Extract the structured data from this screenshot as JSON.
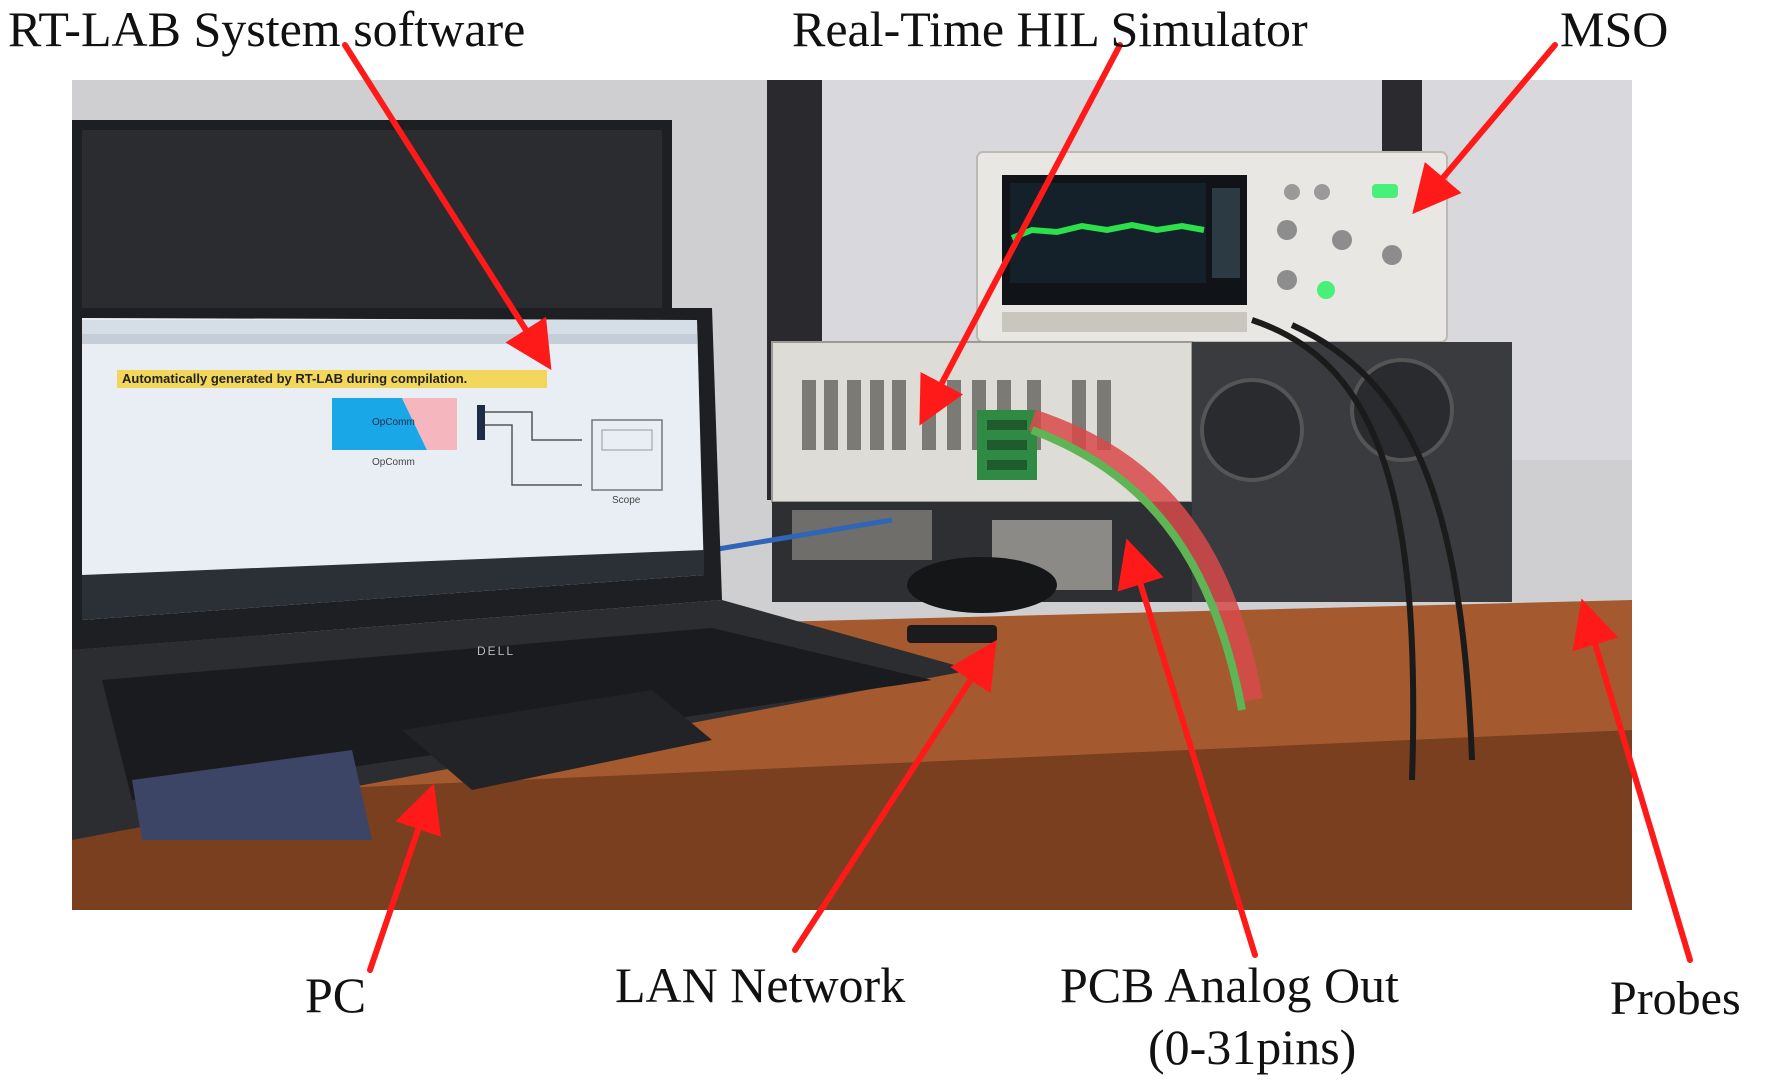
{
  "labels": {
    "rt_lab": "RT-LAB System software",
    "hil": "Real-Time HIL Simulator",
    "mso": "MSO",
    "pc": "PC",
    "lan": "LAN Network",
    "pcb_line1": "PCB Analog Out",
    "pcb_line2": "(0-31pins)",
    "probes": "Probes"
  },
  "screen": {
    "banner": "Automatically generated by RT-LAB during compilation.",
    "block_name": "OpComm",
    "block_caption": "OpComm",
    "scope_caption": "Scope"
  },
  "laptop_brand": "DELL",
  "colors": {
    "arrow": "#ff1a1a",
    "banner": "#f2d75a",
    "opcomm_blue": "#1aa7e8",
    "opcomm_pink": "#f5b7bd",
    "scope_trace": "#2be04a"
  }
}
